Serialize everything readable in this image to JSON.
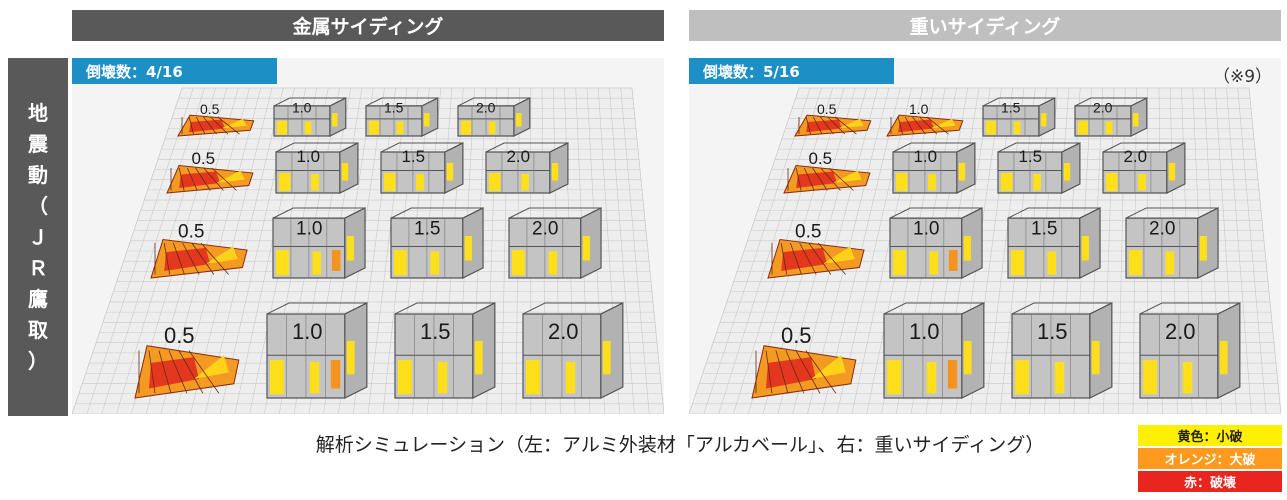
{
  "panels": {
    "left": {
      "title": "金属サイディング",
      "collapse_count": "倒壊数：4/16"
    },
    "right": {
      "title": "重いサイディング",
      "collapse_count": "倒壊数：5/16",
      "note": "（※9）"
    }
  },
  "side_label": {
    "chars": [
      "地",
      "震",
      "動",
      "（",
      "Ｊ",
      "Ｒ",
      "鷹",
      "取",
      "）"
    ]
  },
  "intensity_labels": [
    "0.5",
    "1.0",
    "1.5",
    "2.0"
  ],
  "grid_rows": {
    "left": [
      [
        "collapse",
        "standing",
        "standing",
        "standing"
      ],
      [
        "collapse",
        "standing",
        "standing",
        "standing"
      ],
      [
        "collapse",
        "standing",
        "standing",
        "standing"
      ],
      [
        "collapse",
        "standing",
        "standing",
        "standing"
      ]
    ],
    "right": [
      [
        "collapse",
        "collapse",
        "standing",
        "standing"
      ],
      [
        "collapse",
        "standing",
        "standing",
        "standing"
      ],
      [
        "collapse",
        "standing",
        "standing",
        "standing"
      ],
      [
        "collapse",
        "standing",
        "standing",
        "standing"
      ]
    ]
  },
  "caption": "解析シミュレーション（左：アルミ外装材「アルカベール」、右：重いサイディング）",
  "legend": [
    {
      "label": "黄色：小破",
      "color": "#ffef00"
    },
    {
      "label": "オレンジ：大破",
      "color": "#ff9a1e"
    },
    {
      "label": "赤：破壊",
      "color": "#e8251f"
    }
  ],
  "colors": {
    "dark_header": "#595959",
    "light_header": "#bfbfbf",
    "badge": "#1c8fc5"
  }
}
